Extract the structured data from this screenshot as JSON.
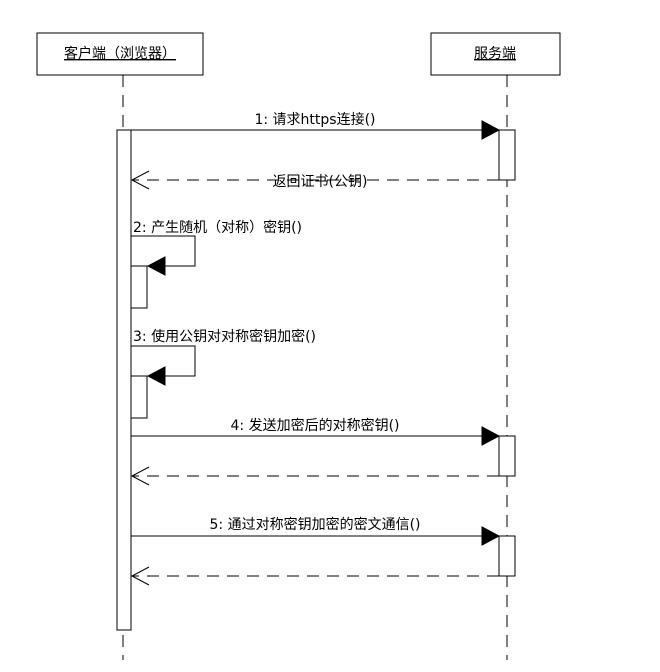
{
  "participants": {
    "client": "客户端（浏览器）",
    "server": "服务端"
  },
  "messages": [
    {
      "label": "1: 请求https连接()",
      "kind": "sync",
      "from": "client",
      "to": "server"
    },
    {
      "label": "返回证书(公钥)",
      "kind": "return",
      "from": "server",
      "to": "client"
    },
    {
      "label": "2: 产生随机（对称）密钥()",
      "kind": "self",
      "from": "client",
      "to": "client"
    },
    {
      "label": "3: 使用公钥对对称密钥加密()",
      "kind": "self",
      "from": "client",
      "to": "client"
    },
    {
      "label": "4: 发送加密后的对称密钥()",
      "kind": "sync",
      "from": "client",
      "to": "server"
    },
    {
      "label": "",
      "kind": "return",
      "from": "server",
      "to": "client"
    },
    {
      "label": "5: 通过对称密钥加密的密文通信()",
      "kind": "sync",
      "from": "client",
      "to": "server"
    },
    {
      "label": "",
      "kind": "return",
      "from": "server",
      "to": "client"
    }
  ]
}
